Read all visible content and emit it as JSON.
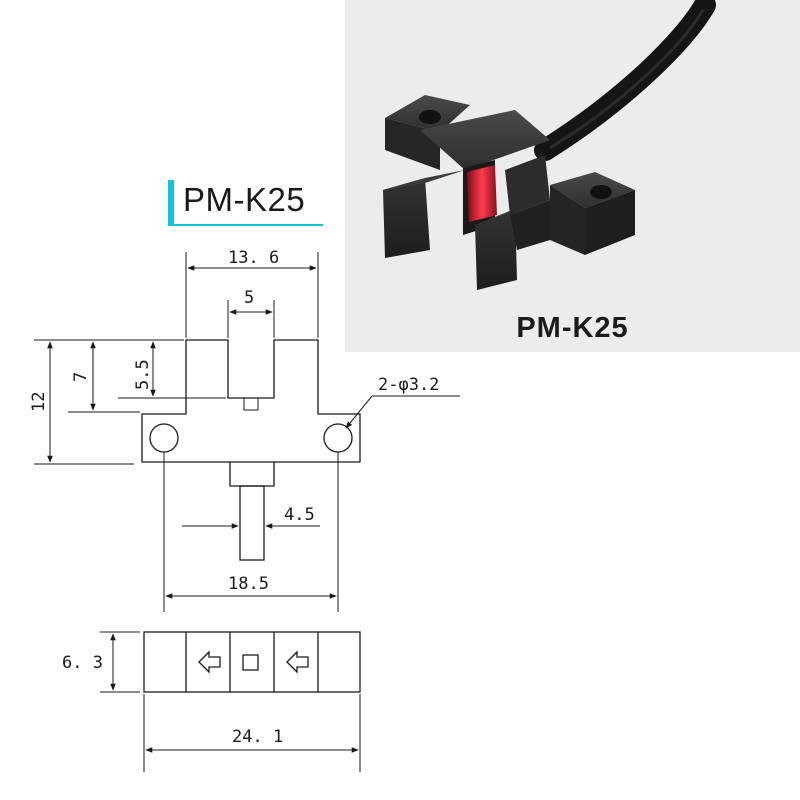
{
  "title": "PM-K25",
  "photo": {
    "caption": "PM-K25"
  },
  "dimensions": {
    "width_top": "13. 6",
    "slot_width": "5",
    "total_height": "12",
    "slot_depth": "7",
    "slot_depth_inner": "5.5",
    "holes": "2-φ3.2",
    "pin_width": "4.5",
    "hole_spacing": "18.5",
    "thickness": "6. 3",
    "total_length": "24. 1"
  },
  "colors": {
    "accent": "#12c3d6",
    "sensor_body": "#2a2a2a",
    "led": "#e0283a"
  },
  "icons": {
    "arrow_left_1": "arrow-left-outline-icon",
    "window": "square-outline-icon",
    "arrow_left_2": "arrow-left-outline-icon"
  }
}
